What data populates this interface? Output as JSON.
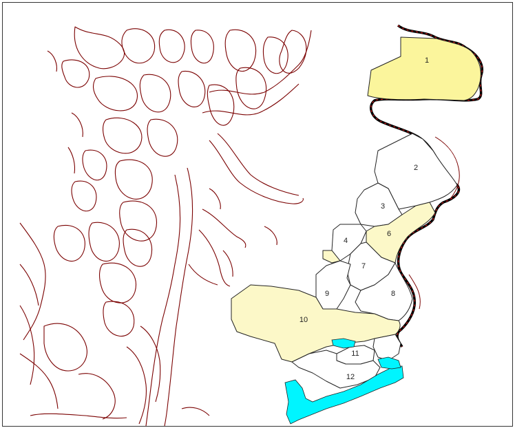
{
  "map": {
    "colors": {
      "coast": "#7a0000",
      "border_dark": "#000000",
      "border_red": "#d21e1e",
      "highlight_fill": "#fbf59c",
      "highlight_fill_light": "#fcf8c8",
      "plain_fill": "#ffffff",
      "water": "#00f5ff",
      "region_stroke": "#222222"
    },
    "regions": [
      {
        "id": "1",
        "label": "1",
        "highlighted": true
      },
      {
        "id": "2",
        "label": "2",
        "highlighted": false
      },
      {
        "id": "3",
        "label": "3",
        "highlighted": false
      },
      {
        "id": "4",
        "label": "4",
        "highlighted": false
      },
      {
        "id": "5",
        "label": "",
        "highlighted": true
      },
      {
        "id": "6",
        "label": "6",
        "highlighted": true
      },
      {
        "id": "7",
        "label": "7",
        "highlighted": false
      },
      {
        "id": "8",
        "label": "8",
        "highlighted": false
      },
      {
        "id": "9",
        "label": "9",
        "highlighted": false
      },
      {
        "id": "10",
        "label": "10",
        "highlighted": true
      },
      {
        "id": "11",
        "label": "11",
        "highlighted": false
      },
      {
        "id": "12",
        "label": "12",
        "highlighted": false
      }
    ]
  }
}
